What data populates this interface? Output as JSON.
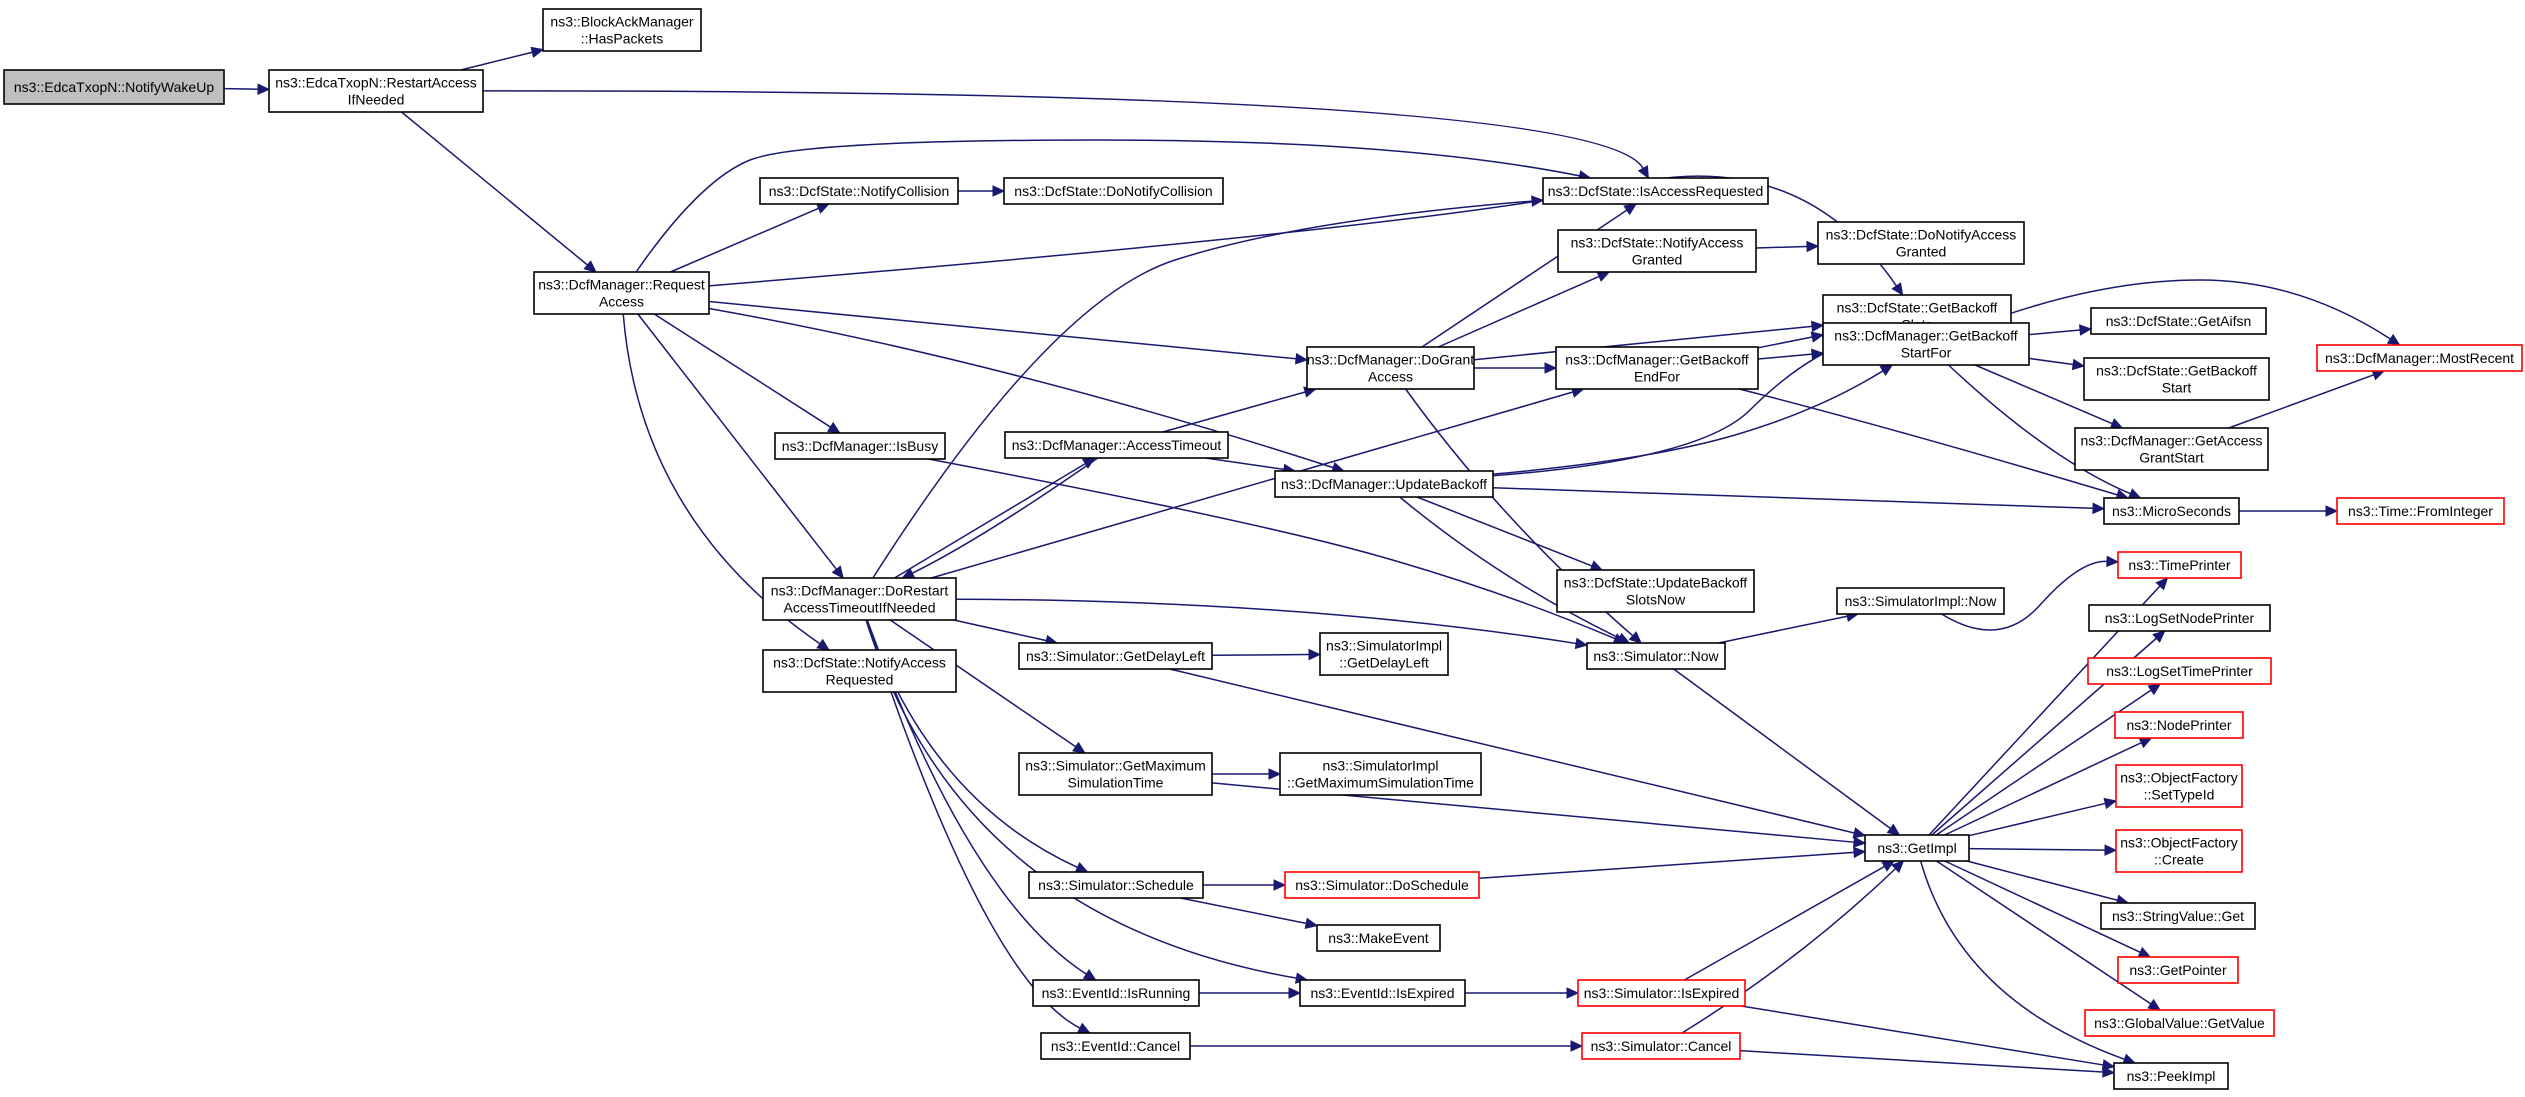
{
  "colors": {
    "edge": "#191970",
    "node_border": "#000000",
    "node_border_truncated": "#ff0000",
    "root_fill": "#bfbfbf",
    "node_fill": "#ffffff"
  },
  "nodes": [
    {
      "id": "notify_wake_up",
      "lines": [
        "ns3::EdcaTxopN::NotifyWakeUp"
      ],
      "root": true
    },
    {
      "id": "restart_access",
      "lines": [
        "ns3::EdcaTxopN::RestartAccess",
        "IfNeeded"
      ]
    },
    {
      "id": "has_packets",
      "lines": [
        "ns3::BlockAckManager",
        "::HasPackets"
      ]
    },
    {
      "id": "request_access",
      "lines": [
        "ns3::DcfManager::Request",
        "Access"
      ]
    },
    {
      "id": "notify_collision",
      "lines": [
        "ns3::DcfState::NotifyCollision"
      ]
    },
    {
      "id": "do_notify_collision",
      "lines": [
        "ns3::DcfState::DoNotifyCollision"
      ]
    },
    {
      "id": "is_access_requested",
      "lines": [
        "ns3::DcfState::IsAccessRequested"
      ]
    },
    {
      "id": "notify_access_granted",
      "lines": [
        "ns3::DcfState::NotifyAccess",
        "Granted"
      ]
    },
    {
      "id": "do_notify_access_granted",
      "lines": [
        "ns3::DcfState::DoNotifyAccess",
        "Granted"
      ]
    },
    {
      "id": "get_backoff_slots",
      "lines": [
        "ns3::DcfState::GetBackoff",
        "Slots"
      ]
    },
    {
      "id": "do_grant_access",
      "lines": [
        "ns3::DcfManager::DoGrant",
        "Access"
      ]
    },
    {
      "id": "get_backoff_end_for",
      "lines": [
        "ns3::DcfManager::GetBackoff",
        "EndFor"
      ]
    },
    {
      "id": "get_backoff_start_for",
      "lines": [
        "ns3::DcfManager::GetBackoff",
        "StartFor"
      ]
    },
    {
      "id": "get_aifsn",
      "lines": [
        "ns3::DcfState::GetAifsn"
      ]
    },
    {
      "id": "get_backoff_start",
      "lines": [
        "ns3::DcfState::GetBackoff",
        "Start"
      ]
    },
    {
      "id": "get_access_grant_start",
      "lines": [
        "ns3::DcfManager::GetAccess",
        "GrantStart"
      ]
    },
    {
      "id": "most_recent",
      "lines": [
        "ns3::DcfManager::MostRecent"
      ],
      "truncated": true
    },
    {
      "id": "is_busy",
      "lines": [
        "ns3::DcfManager::IsBusy"
      ]
    },
    {
      "id": "access_timeout",
      "lines": [
        "ns3::DcfManager::AccessTimeout"
      ]
    },
    {
      "id": "update_backoff",
      "lines": [
        "ns3::DcfManager::UpdateBackoff"
      ]
    },
    {
      "id": "micro_seconds",
      "lines": [
        "ns3::MicroSeconds"
      ]
    },
    {
      "id": "from_integer",
      "lines": [
        "ns3::Time::FromInteger"
      ],
      "truncated": true
    },
    {
      "id": "do_restart",
      "lines": [
        "ns3::DcfManager::DoRestart",
        "AccessTimeoutIfNeeded"
      ]
    },
    {
      "id": "update_backoff_slots_now",
      "lines": [
        "ns3::DcfState::UpdateBackoff",
        "SlotsNow"
      ]
    },
    {
      "id": "simulator_impl_now",
      "lines": [
        "ns3::SimulatorImpl::Now"
      ]
    },
    {
      "id": "simulator_now",
      "lines": [
        "ns3::Simulator::Now"
      ]
    },
    {
      "id": "notify_access_requested",
      "lines": [
        "ns3::DcfState::NotifyAccess",
        "Requested"
      ]
    },
    {
      "id": "get_delay_left",
      "lines": [
        "ns3::Simulator::GetDelayLeft"
      ]
    },
    {
      "id": "impl_get_delay_left",
      "lines": [
        "ns3::SimulatorImpl",
        "::GetDelayLeft"
      ]
    },
    {
      "id": "time_printer",
      "lines": [
        "ns3::TimePrinter"
      ],
      "truncated": true
    },
    {
      "id": "log_set_node_printer",
      "lines": [
        "ns3::LogSetNodePrinter"
      ]
    },
    {
      "id": "log_set_time_printer",
      "lines": [
        "ns3::LogSetTimePrinter"
      ],
      "truncated": true
    },
    {
      "id": "node_printer",
      "lines": [
        "ns3::NodePrinter"
      ],
      "truncated": true
    },
    {
      "id": "set_type_id",
      "lines": [
        "ns3::ObjectFactory",
        "::SetTypeId"
      ],
      "truncated": true
    },
    {
      "id": "get_max_sim_time",
      "lines": [
        "ns3::Simulator::GetMaximum",
        "SimulationTime"
      ]
    },
    {
      "id": "impl_get_max_sim_time",
      "lines": [
        "ns3::SimulatorImpl",
        "::GetMaximumSimulationTime"
      ]
    },
    {
      "id": "get_impl",
      "lines": [
        "ns3::GetImpl"
      ]
    },
    {
      "id": "object_factory_create",
      "lines": [
        "ns3::ObjectFactory",
        "::Create"
      ],
      "truncated": true
    },
    {
      "id": "schedule",
      "lines": [
        "ns3::Simulator::Schedule"
      ]
    },
    {
      "id": "do_schedule",
      "lines": [
        "ns3::Simulator::DoSchedule"
      ],
      "truncated": true
    },
    {
      "id": "string_value_get",
      "lines": [
        "ns3::StringValue::Get"
      ]
    },
    {
      "id": "make_event",
      "lines": [
        "ns3::MakeEvent"
      ]
    },
    {
      "id": "get_pointer",
      "lines": [
        "ns3::GetPointer"
      ],
      "truncated": true
    },
    {
      "id": "is_running",
      "lines": [
        "ns3::EventId::IsRunning"
      ]
    },
    {
      "id": "event_is_expired",
      "lines": [
        "ns3::EventId::IsExpired"
      ]
    },
    {
      "id": "sim_is_expired",
      "lines": [
        "ns3::Simulator::IsExpired"
      ],
      "truncated": true
    },
    {
      "id": "global_value_get",
      "lines": [
        "ns3::GlobalValue::GetValue"
      ],
      "truncated": true
    },
    {
      "id": "event_cancel",
      "lines": [
        "ns3::EventId::Cancel"
      ]
    },
    {
      "id": "sim_cancel",
      "lines": [
        "ns3::Simulator::Cancel"
      ],
      "truncated": true
    },
    {
      "id": "peek_impl",
      "lines": [
        "ns3::PeekImpl"
      ]
    }
  ],
  "edges": [
    [
      "notify_wake_up",
      "restart_access"
    ],
    [
      "restart_access",
      "has_packets"
    ],
    [
      "restart_access",
      "is_access_requested"
    ],
    [
      "restart_access",
      "request_access"
    ],
    [
      "request_access",
      "notify_collision"
    ],
    [
      "request_access",
      "is_access_requested"
    ],
    [
      "request_access",
      "get_backoff_slots"
    ],
    [
      "request_access",
      "do_grant_access"
    ],
    [
      "request_access",
      "is_busy"
    ],
    [
      "request_access",
      "update_backoff"
    ],
    [
      "request_access",
      "do_restart"
    ],
    [
      "request_access",
      "notify_access_requested"
    ],
    [
      "notify_collision",
      "do_notify_collision"
    ],
    [
      "notify_access_granted",
      "do_notify_access_granted"
    ],
    [
      "do_grant_access",
      "is_access_requested"
    ],
    [
      "do_grant_access",
      "notify_access_granted"
    ],
    [
      "do_grant_access",
      "get_backoff_slots"
    ],
    [
      "do_grant_access",
      "get_backoff_end_for"
    ],
    [
      "do_grant_access",
      "simulator_now"
    ],
    [
      "get_backoff_end_for",
      "get_backoff_slots"
    ],
    [
      "get_backoff_end_for",
      "get_backoff_start_for"
    ],
    [
      "get_backoff_end_for",
      "micro_seconds"
    ],
    [
      "get_backoff_start_for",
      "most_recent"
    ],
    [
      "get_backoff_start_for",
      "get_aifsn"
    ],
    [
      "get_backoff_start_for",
      "get_backoff_start"
    ],
    [
      "get_backoff_start_for",
      "get_access_grant_start"
    ],
    [
      "get_backoff_start_for",
      "micro_seconds"
    ],
    [
      "get_access_grant_start",
      "most_recent"
    ],
    [
      "is_busy",
      "simulator_now"
    ],
    [
      "access_timeout",
      "do_grant_access"
    ],
    [
      "access_timeout",
      "do_restart"
    ],
    [
      "access_timeout",
      "update_backoff"
    ],
    [
      "update_backoff",
      "get_backoff_slots"
    ],
    [
      "update_backoff",
      "get_backoff_start_for"
    ],
    [
      "update_backoff",
      "micro_seconds"
    ],
    [
      "update_backoff",
      "update_backoff_slots_now"
    ],
    [
      "update_backoff",
      "simulator_now"
    ],
    [
      "micro_seconds",
      "from_integer"
    ],
    [
      "do_restart",
      "is_access_requested"
    ],
    [
      "do_restart",
      "get_backoff_end_for"
    ],
    [
      "do_restart",
      "access_timeout"
    ],
    [
      "do_restart",
      "simulator_now"
    ],
    [
      "do_restart",
      "get_delay_left"
    ],
    [
      "do_restart",
      "get_max_sim_time"
    ],
    [
      "do_restart",
      "schedule"
    ],
    [
      "do_restart",
      "is_running"
    ],
    [
      "do_restart",
      "event_is_expired"
    ],
    [
      "do_restart",
      "event_cancel"
    ],
    [
      "simulator_now",
      "simulator_impl_now"
    ],
    [
      "simulator_now",
      "get_impl"
    ],
    [
      "simulator_impl_now",
      "time_printer"
    ],
    [
      "get_delay_left",
      "impl_get_delay_left"
    ],
    [
      "get_delay_left",
      "get_impl"
    ],
    [
      "get_max_sim_time",
      "impl_get_max_sim_time"
    ],
    [
      "get_max_sim_time",
      "get_impl"
    ],
    [
      "schedule",
      "do_schedule"
    ],
    [
      "schedule",
      "make_event"
    ],
    [
      "do_schedule",
      "get_impl"
    ],
    [
      "is_running",
      "event_is_expired"
    ],
    [
      "event_is_expired",
      "sim_is_expired"
    ],
    [
      "sim_is_expired",
      "get_impl"
    ],
    [
      "sim_is_expired",
      "peek_impl"
    ],
    [
      "event_cancel",
      "sim_cancel"
    ],
    [
      "sim_cancel",
      "get_impl"
    ],
    [
      "sim_cancel",
      "peek_impl"
    ],
    [
      "get_impl",
      "time_printer"
    ],
    [
      "get_impl",
      "log_set_node_printer"
    ],
    [
      "get_impl",
      "log_set_time_printer"
    ],
    [
      "get_impl",
      "node_printer"
    ],
    [
      "get_impl",
      "set_type_id"
    ],
    [
      "get_impl",
      "object_factory_create"
    ],
    [
      "get_impl",
      "string_value_get"
    ],
    [
      "get_impl",
      "get_pointer"
    ],
    [
      "get_impl",
      "global_value_get"
    ],
    [
      "get_impl",
      "peek_impl"
    ]
  ]
}
